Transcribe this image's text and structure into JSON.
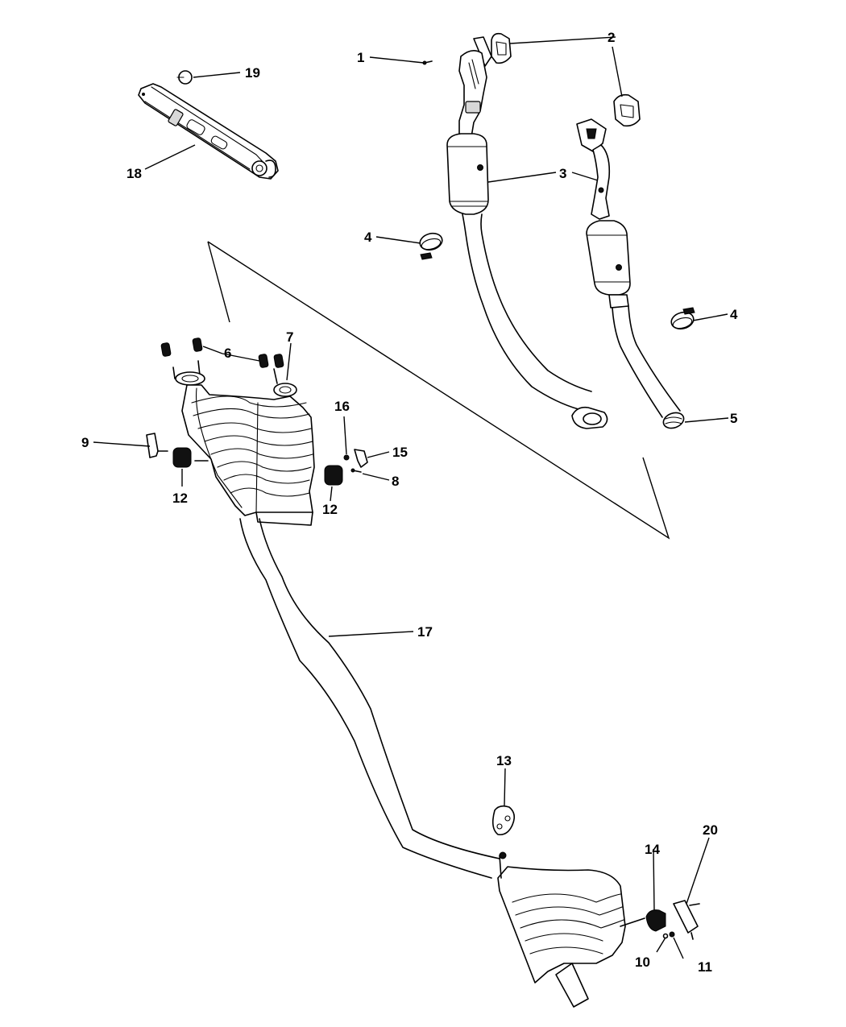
{
  "diagram": {
    "title": "Exhaust system parts diagram",
    "callouts": [
      {
        "id": "c1",
        "label": "1",
        "part": "bolt"
      },
      {
        "id": "c2a",
        "label": "2",
        "part": "gasket-front"
      },
      {
        "id": "c2b",
        "label": "2",
        "part": "gasket-rear"
      },
      {
        "id": "c3a",
        "label": "3",
        "part": "catalytic-converter-left"
      },
      {
        "id": "c3b",
        "label": "3",
        "part": "catalytic-converter-right"
      },
      {
        "id": "c4a",
        "label": "4",
        "part": "clamp-left"
      },
      {
        "id": "c4b",
        "label": "4",
        "part": "clamp-right"
      },
      {
        "id": "c5",
        "label": "5",
        "part": "pipe-end"
      },
      {
        "id": "c6",
        "label": "6",
        "part": "nuts"
      },
      {
        "id": "c7",
        "label": "7",
        "part": "stud-gasket"
      },
      {
        "id": "c8",
        "label": "8",
        "part": "bolt"
      },
      {
        "id": "c9",
        "label": "9",
        "part": "hanger-bracket"
      },
      {
        "id": "c10",
        "label": "10",
        "part": "washer"
      },
      {
        "id": "c11",
        "label": "11",
        "part": "nut"
      },
      {
        "id": "c12a",
        "label": "12",
        "part": "isolator-left"
      },
      {
        "id": "c12b",
        "label": "12",
        "part": "isolator-right"
      },
      {
        "id": "c13",
        "label": "13",
        "part": "isolator-hanger"
      },
      {
        "id": "c14",
        "label": "14",
        "part": "isolator-rear"
      },
      {
        "id": "c15",
        "label": "15",
        "part": "bracket"
      },
      {
        "id": "c16",
        "label": "16",
        "part": "nut"
      },
      {
        "id": "c17",
        "label": "17",
        "part": "intermediate-pipe"
      },
      {
        "id": "c18",
        "label": "18",
        "part": "crossmember-brace"
      },
      {
        "id": "c19",
        "label": "19",
        "part": "push-pin"
      },
      {
        "id": "c20",
        "label": "20",
        "part": "hanger-bracket-rear"
      }
    ]
  }
}
